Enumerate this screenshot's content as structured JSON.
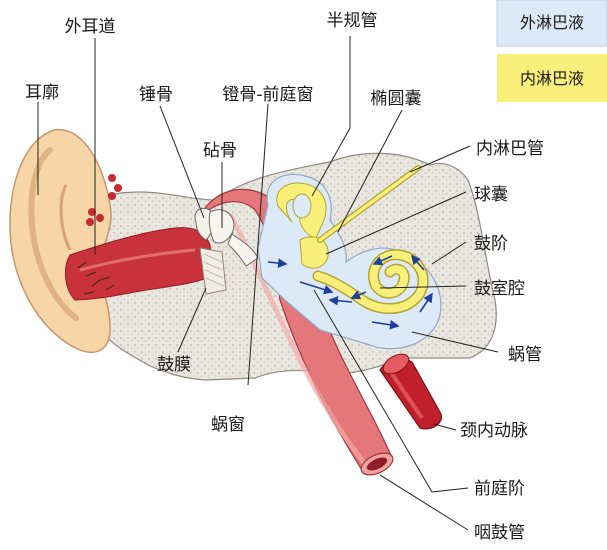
{
  "legend": {
    "perilymph": {
      "label": "外淋巴液",
      "color": "#dce9f6"
    },
    "endolymph": {
      "label": "内淋巴液",
      "color": "#faef7a"
    }
  },
  "labels": {
    "external_canal": "外耳道",
    "semicircular_canals": "半规管",
    "auricle": "耳廓",
    "malleus": "锤骨",
    "stapes_oval_window": "镫骨-前庭窗",
    "utricle": "椭圆囊",
    "incus": "砧骨",
    "endolymphatic_duct": "内淋巴管",
    "saccule": "球囊",
    "scala_tympani": "鼓阶",
    "tympanic_cavity": "鼓室腔",
    "cochlear_duct": "蜗管",
    "eardrum": "鼓膜",
    "round_window": "蜗窗",
    "internal_carotid": "颈内动脉",
    "scala_vestibuli": "前庭阶",
    "eustachian_tube": "咽鼓管"
  },
  "colors": {
    "skin": "#f6d5a6",
    "skin_dark": "#e7b07c",
    "bone": "#e7e3dc",
    "canal_red": "#c9323a",
    "tube_red": "#e3777a",
    "artery": "#c01f2c",
    "flow_arrow": "#1e3f9c"
  }
}
